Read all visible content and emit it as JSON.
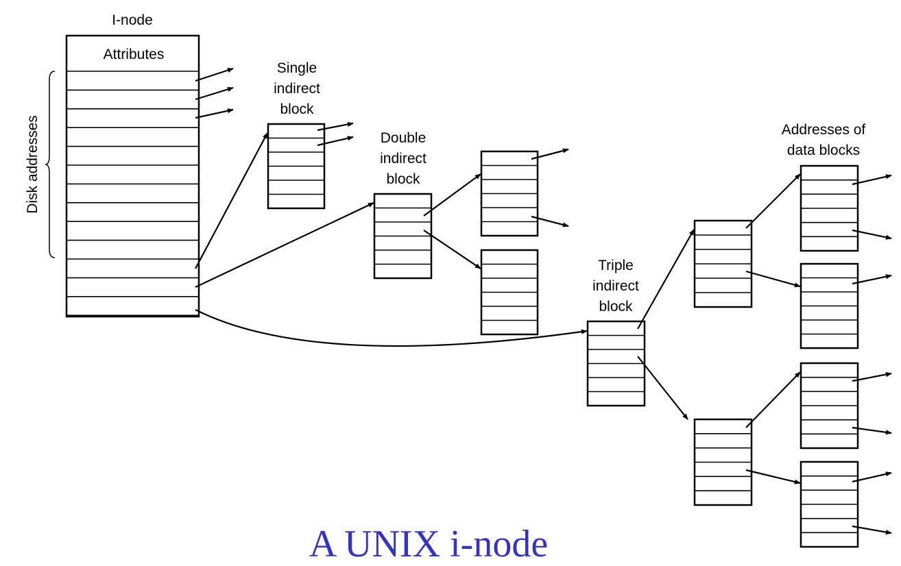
{
  "labels": {
    "inode": "I-node",
    "attributes": "Attributes",
    "disk_addresses": "Disk addresses",
    "single_1": "Single",
    "single_2": "indirect",
    "single_3": "block",
    "double_1": "Double",
    "double_2": "indirect",
    "double_3": "block",
    "triple_1": "Triple",
    "triple_2": "indirect",
    "triple_3": "block",
    "data_1": "Addresses of",
    "data_2": "data blocks"
  },
  "caption": "A UNIX i-node",
  "colors": {
    "caption": "#3333cc",
    "lines": "#000000"
  }
}
